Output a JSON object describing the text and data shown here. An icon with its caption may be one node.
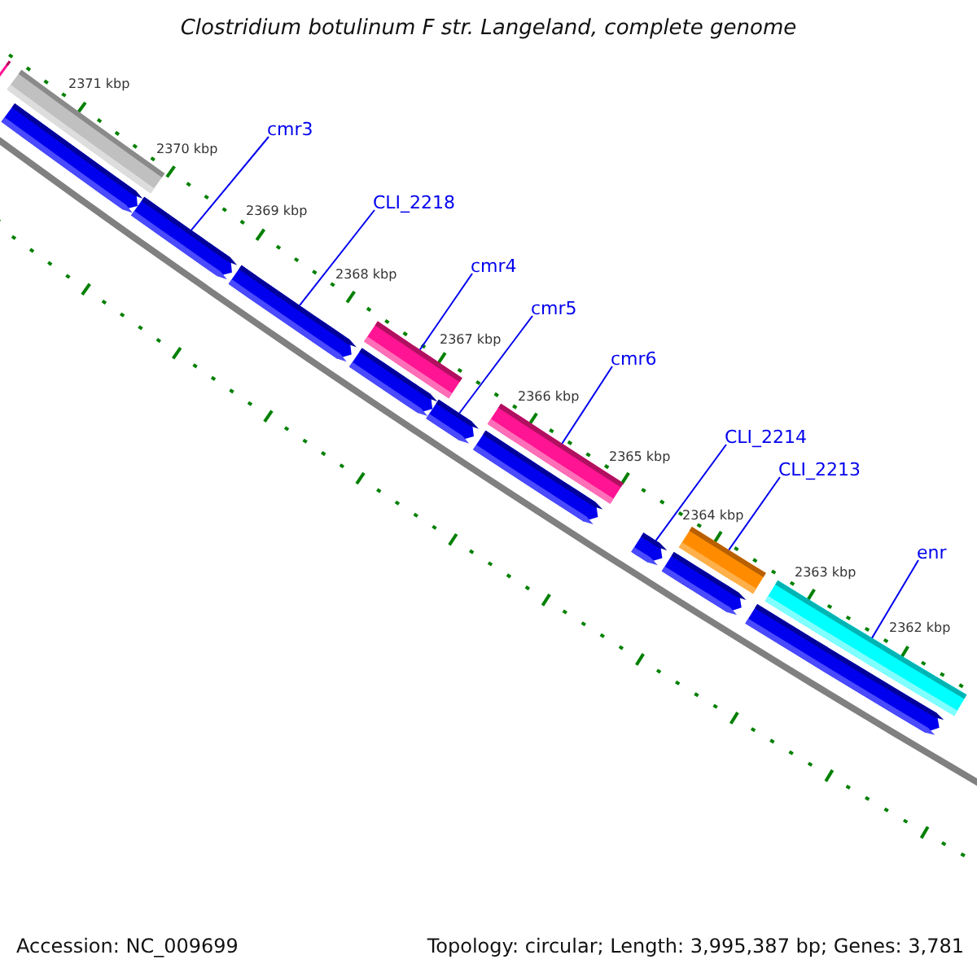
{
  "diagram": {
    "title": "Clostridium botulinum F str. Langeland, complete genome",
    "nodes": [
      {
        "text": [],
        "shape": "bar"
      },
      {
        "text": [],
        "shape": "bar"
      },
      {
        "text": [],
        "shape": "arrow"
      },
      {
        "text": [],
        "shape": "arrow"
      },
      {
        "text": [],
        "shape": "arrow"
      },
      {
        "text": [],
        "shape": "bar"
      },
      {
        "text": [],
        "shape": "arrow"
      },
      {
        "text": [],
        "shape": "arrow"
      },
      {
        "text": [],
        "shape": "bar"
      },
      {
        "text": [],
        "shape": "arrow"
      },
      {
        "text": [],
        "shape": "arrow"
      },
      {
        "text": [],
        "shape": "bar"
      },
      {
        "text": [],
        "shape": "arrow"
      },
      {
        "text": [],
        "shape": "bar"
      },
      {
        "text": [],
        "shape": "arrow"
      },
      {
        "text": [
          "cmr3"
        ]
      },
      {
        "text": [
          "CLI_2218"
        ]
      },
      {
        "text": [
          "cmr4"
        ]
      },
      {
        "text": [
          "cmr5"
        ]
      },
      {
        "text": [
          "cmr6"
        ]
      },
      {
        "text": [
          "CLI_2214"
        ]
      },
      {
        "text": [
          "CLI_2213"
        ]
      },
      {
        "text": [
          "enr"
        ]
      }
    ],
    "edges": [
      {
        "from": 15,
        "to": 3,
        "arrow": "none"
      },
      {
        "from": 16,
        "to": 4,
        "arrow": "none"
      },
      {
        "from": 17,
        "to": 5,
        "arrow": "none"
      },
      {
        "from": 18,
        "to": 7,
        "arrow": "none"
      },
      {
        "from": 19,
        "to": 8,
        "arrow": "none"
      },
      {
        "from": 20,
        "to": 10,
        "arrow": "none"
      },
      {
        "from": 21,
        "to": 11,
        "arrow": "none"
      },
      {
        "from": 22,
        "to": 13,
        "arrow": "none"
      }
    ],
    "labels": [
      "2371 kbp",
      "2370 kbp",
      "2369 kbp",
      "2368 kbp",
      "2367 kbp",
      "2366 kbp",
      "2365 kbp",
      "2364 kbp",
      "2363 kbp",
      "2362 kbp",
      "Accession: NC_009699",
      "Topology: circular; Length: 3,995,387 bp; Genes: 3,781"
    ]
  }
}
